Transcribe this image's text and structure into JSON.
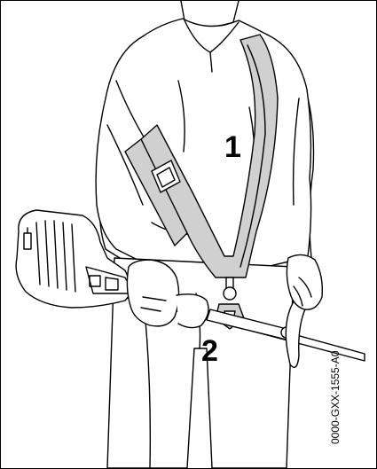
{
  "figure": {
    "callouts": [
      {
        "id": "1",
        "label": "1",
        "refers_to": "harness-strap"
      },
      {
        "id": "2",
        "label": "2",
        "refers_to": "harness-hook"
      }
    ],
    "reference_code": "0000-GXX-1555-A0"
  },
  "colors": {
    "line": "#000000",
    "strap_fill": "#d0d0d0",
    "background": "#ffffff"
  }
}
